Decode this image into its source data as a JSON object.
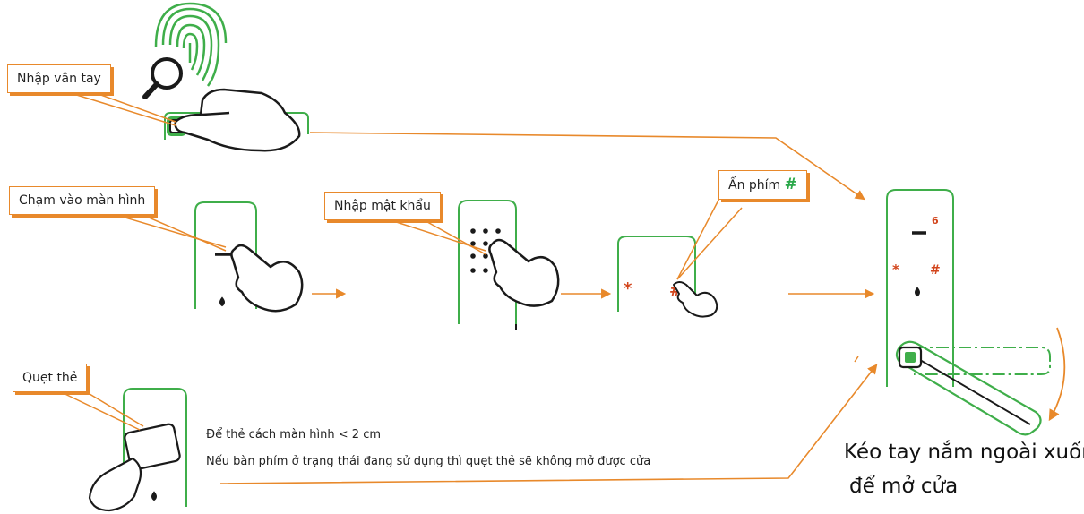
{
  "colors": {
    "accent": "#e8892b",
    "device": "#3fae4a",
    "ink": "#1a1a1a",
    "key_red": "#d2451c"
  },
  "labels": {
    "fingerprint": "Nhập vân tay",
    "touch_screen": "Chạm vào màn hình",
    "password": "Nhập mật khẩu",
    "press_key": "Ấn phím",
    "press_key_symbol": "#",
    "swipe_card": "Quẹt thẻ"
  },
  "notes": {
    "card_distance": "Để thẻ cách màn hình < 2 cm",
    "card_warning": "Nếu bàn phím ở trạng thái đang sử dụng thì quẹt thẻ sẽ không mở được cửa"
  },
  "final": {
    "line1": "Kéo tay nắm ngoài xuống",
    "line2": "để mở cửa"
  },
  "keys": {
    "star": "*",
    "hash": "#",
    "six": "6"
  },
  "icons": [
    "fingerprint-icon",
    "magnifier-icon",
    "hand-icon",
    "door-lock-icon",
    "card-icon",
    "arrow-icon"
  ]
}
